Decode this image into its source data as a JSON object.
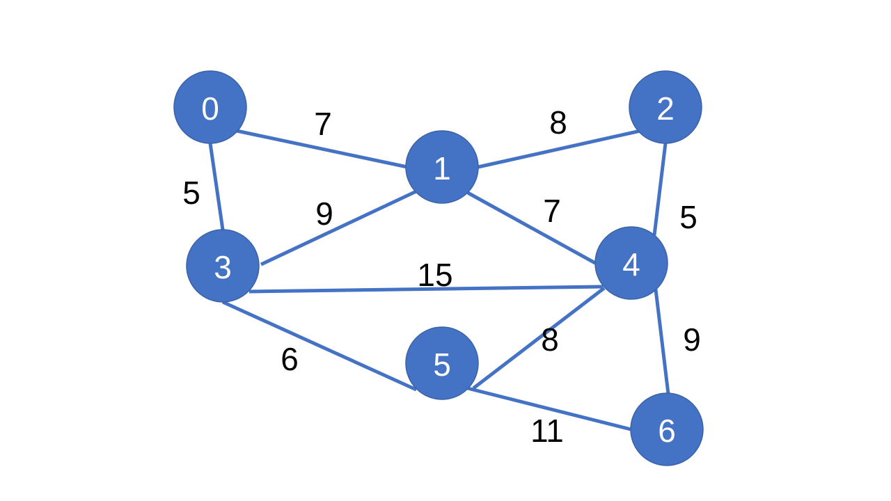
{
  "graph": {
    "colors": {
      "node_fill": "#4472c4",
      "node_stroke": "#3a62a8",
      "edge": "#4472c4",
      "node_text": "#ffffff",
      "weight_text": "#000000"
    },
    "nodes": [
      {
        "id": "0",
        "label": "0"
      },
      {
        "id": "1",
        "label": "1"
      },
      {
        "id": "2",
        "label": "2"
      },
      {
        "id": "3",
        "label": "3"
      },
      {
        "id": "4",
        "label": "4"
      },
      {
        "id": "5",
        "label": "5"
      },
      {
        "id": "6",
        "label": "6"
      }
    ],
    "edges": [
      {
        "from": "0",
        "to": "1",
        "weight": "7"
      },
      {
        "from": "0",
        "to": "3",
        "weight": "5"
      },
      {
        "from": "1",
        "to": "2",
        "weight": "8"
      },
      {
        "from": "1",
        "to": "3",
        "weight": "9"
      },
      {
        "from": "1",
        "to": "4",
        "weight": "7"
      },
      {
        "from": "2",
        "to": "4",
        "weight": "5"
      },
      {
        "from": "3",
        "to": "4",
        "weight": "15"
      },
      {
        "from": "3",
        "to": "5",
        "weight": "6"
      },
      {
        "from": "4",
        "to": "5",
        "weight": "8"
      },
      {
        "from": "4",
        "to": "6",
        "weight": "9"
      },
      {
        "from": "5",
        "to": "6",
        "weight": "11"
      }
    ]
  }
}
